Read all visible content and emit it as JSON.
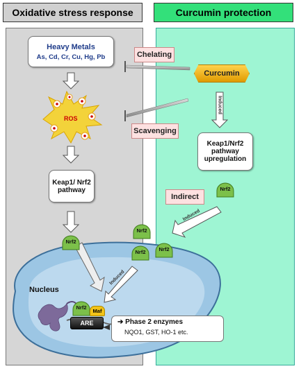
{
  "headers": {
    "left": "Oxidative stress response",
    "right": "Curcumin protection"
  },
  "heavy_metals": {
    "title": "Heavy Metals",
    "list": "As, Cd, Cr, Cu, Hg, Pb"
  },
  "ros": "ROS",
  "chelating": "Chelating",
  "scavenging": "Scavenging",
  "curcumin": "Curcumin",
  "induced": "Induced",
  "keap_left": {
    "line1": "Keap1/ Nrf2",
    "line2": "pathway"
  },
  "keap_right": {
    "line1": "Keap1/Nrf2",
    "line2": "pathway",
    "line3": "upregulation"
  },
  "indirect": "Indirect",
  "nrf2": "Nrf2",
  "maf": "Maf",
  "nucleus": "Nucleus",
  "are": "ARE",
  "phase2": {
    "arrow": "➔",
    "title": "Phase 2 enzymes",
    "list": "NQO1, GST, HO-1 etc."
  },
  "colors": {
    "left_panel": "#d6d6d6",
    "right_panel": "#9ef5d3",
    "header_right": "#33e07a",
    "curcumin": "#f2b200",
    "nrf2": "#7cc04a",
    "nucleus": "#9cc6e4",
    "maf": "#f2c318"
  }
}
